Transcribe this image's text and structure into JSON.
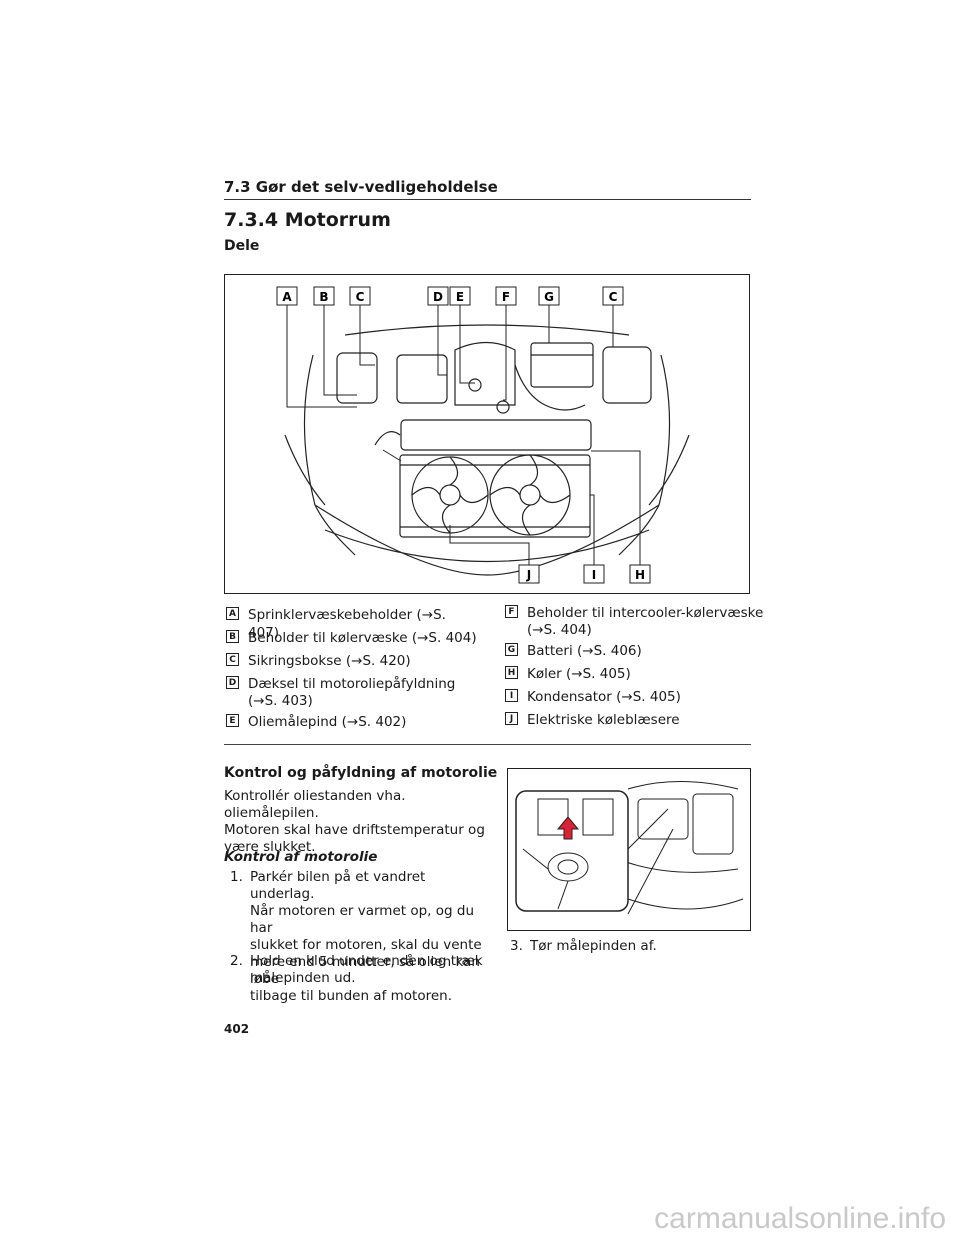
{
  "header": {
    "section": "7.3  Gør det selv-vedligeholdelse"
  },
  "subsection": {
    "title": "7.3.4  Motorrum"
  },
  "parts_label": "Dele",
  "diagram_callouts": {
    "top": [
      "A",
      "B",
      "C",
      "D",
      "E",
      "F",
      "G",
      "C"
    ],
    "bottom": [
      "J",
      "I",
      "H"
    ]
  },
  "legend_left": [
    {
      "key": "A",
      "text": "Sprinklervæskebeholder (→S. 407)"
    },
    {
      "key": "B",
      "text": "Beholder til kølervæske (→S. 404)"
    },
    {
      "key": "C",
      "text": "Sikringsbokse (→S. 420)"
    },
    {
      "key": "D",
      "text": "Dæksel til motoroliepåfyldning",
      "text2": "(→S. 403)"
    },
    {
      "key": "E",
      "text": "Oliemålepind (→S. 402)"
    }
  ],
  "legend_right": [
    {
      "key": "F",
      "text": "Beholder til intercooler-kølervæske",
      "text2": "(→S. 404)"
    },
    {
      "key": "G",
      "text": "Batteri (→S. 406)"
    },
    {
      "key": "H",
      "text": "Køler (→S. 405)"
    },
    {
      "key": "I",
      "text": "Kondensator (→S. 405)"
    },
    {
      "key": "J",
      "text": "Elektriske køleblæsere"
    }
  ],
  "oil_section": {
    "heading": "Kontrol og påfyldning af motorolie",
    "intro": [
      "Kontrollér oliestanden vha. oliemålepilen.",
      "Motoren skal have driftstemperatur og",
      "være slukket."
    ],
    "sub_heading": "Kontrol af motorolie",
    "steps": [
      {
        "num": "1.",
        "lines": [
          "Parkér bilen på et vandret underlag.",
          "Når motoren er varmet op, og du har",
          "slukket for motoren, skal du vente",
          "mere end 5 minutter, så olien kan løbe",
          "tilbage til bunden af motoren."
        ]
      },
      {
        "num": "2.",
        "lines": [
          "Hold en klud under enden og træk",
          "målepinden ud."
        ]
      },
      {
        "num": "3.",
        "lines": [
          "Tør målepinden af."
        ]
      }
    ]
  },
  "page_number": "402",
  "watermark": "carmanualsonline.info"
}
